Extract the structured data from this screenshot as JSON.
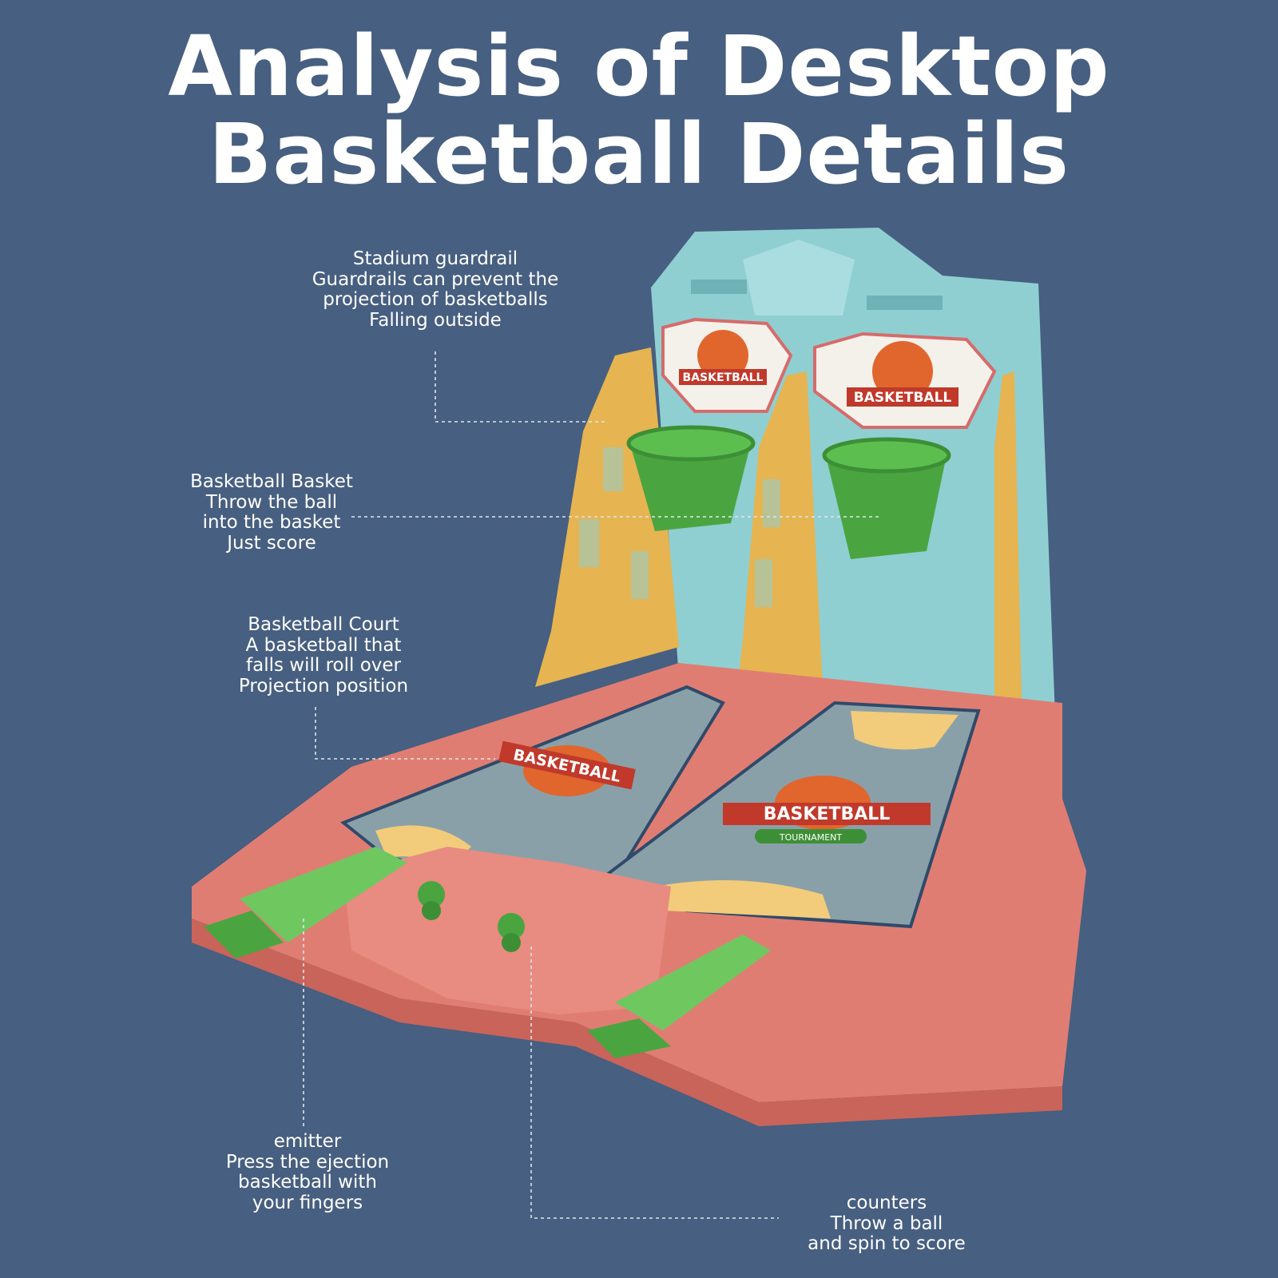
{
  "title": {
    "line1": "Analysis of Desktop",
    "line2": "Basketball Details"
  },
  "callouts": {
    "guardrail": [
      "Stadium guardrail",
      "Guardrails can prevent the",
      "projection of basketballs",
      "Falling outside"
    ],
    "basket": [
      "Basketball Basket",
      "Throw the ball",
      "into the basket",
      "Just score"
    ],
    "court": [
      "Basketball Court",
      "A basketball that",
      "falls will roll over",
      "Projection position"
    ],
    "emitter": [
      "emitter",
      "Press the ejection",
      "basketball with",
      "your fingers"
    ],
    "counters": [
      "counters",
      "Throw a ball",
      "and spin to score"
    ]
  },
  "logo": {
    "main": "BASKETBALL",
    "sub": "TOURNAMENT"
  },
  "colors": {
    "background": "#475f80",
    "backboard": "#8fcfd2",
    "guardrail": "#e6b451",
    "base": "#e07d72",
    "court": "#8aa0a8",
    "basket": "#4aa540"
  }
}
